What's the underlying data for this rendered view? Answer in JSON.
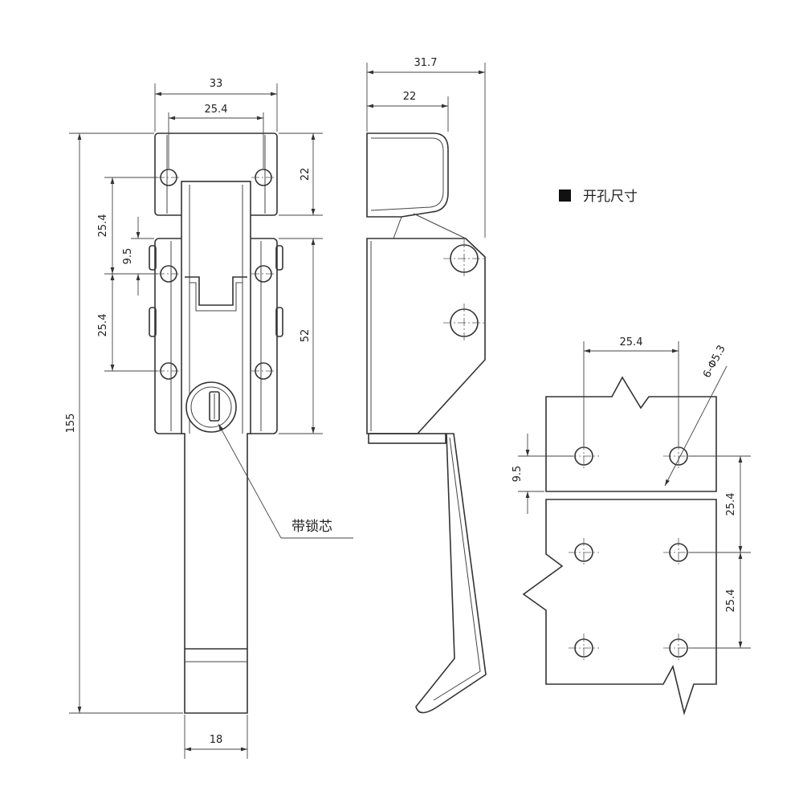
{
  "front_view": {
    "dim_top_width": "33",
    "dim_hole_spacing_top": "25.4",
    "dim_top_height": "22",
    "dim_left_upper": "25.4",
    "dim_left_middle": "9.5",
    "dim_left_lower": "25.4",
    "dim_right_body": "52",
    "dim_total_length": "155",
    "dim_handle_width": "18",
    "callout_lock": "带锁芯"
  },
  "side_view": {
    "dim_overall_depth": "31.7",
    "dim_hook_depth": "22"
  },
  "cutout": {
    "legend_label": "开孔尺寸",
    "dim_hole_spacing": "25.4",
    "dim_hole_spec": "6-Φ5.3",
    "dim_offset": "9.5",
    "dim_vertical_upper": "25.4",
    "dim_vertical_lower": "25.4"
  }
}
